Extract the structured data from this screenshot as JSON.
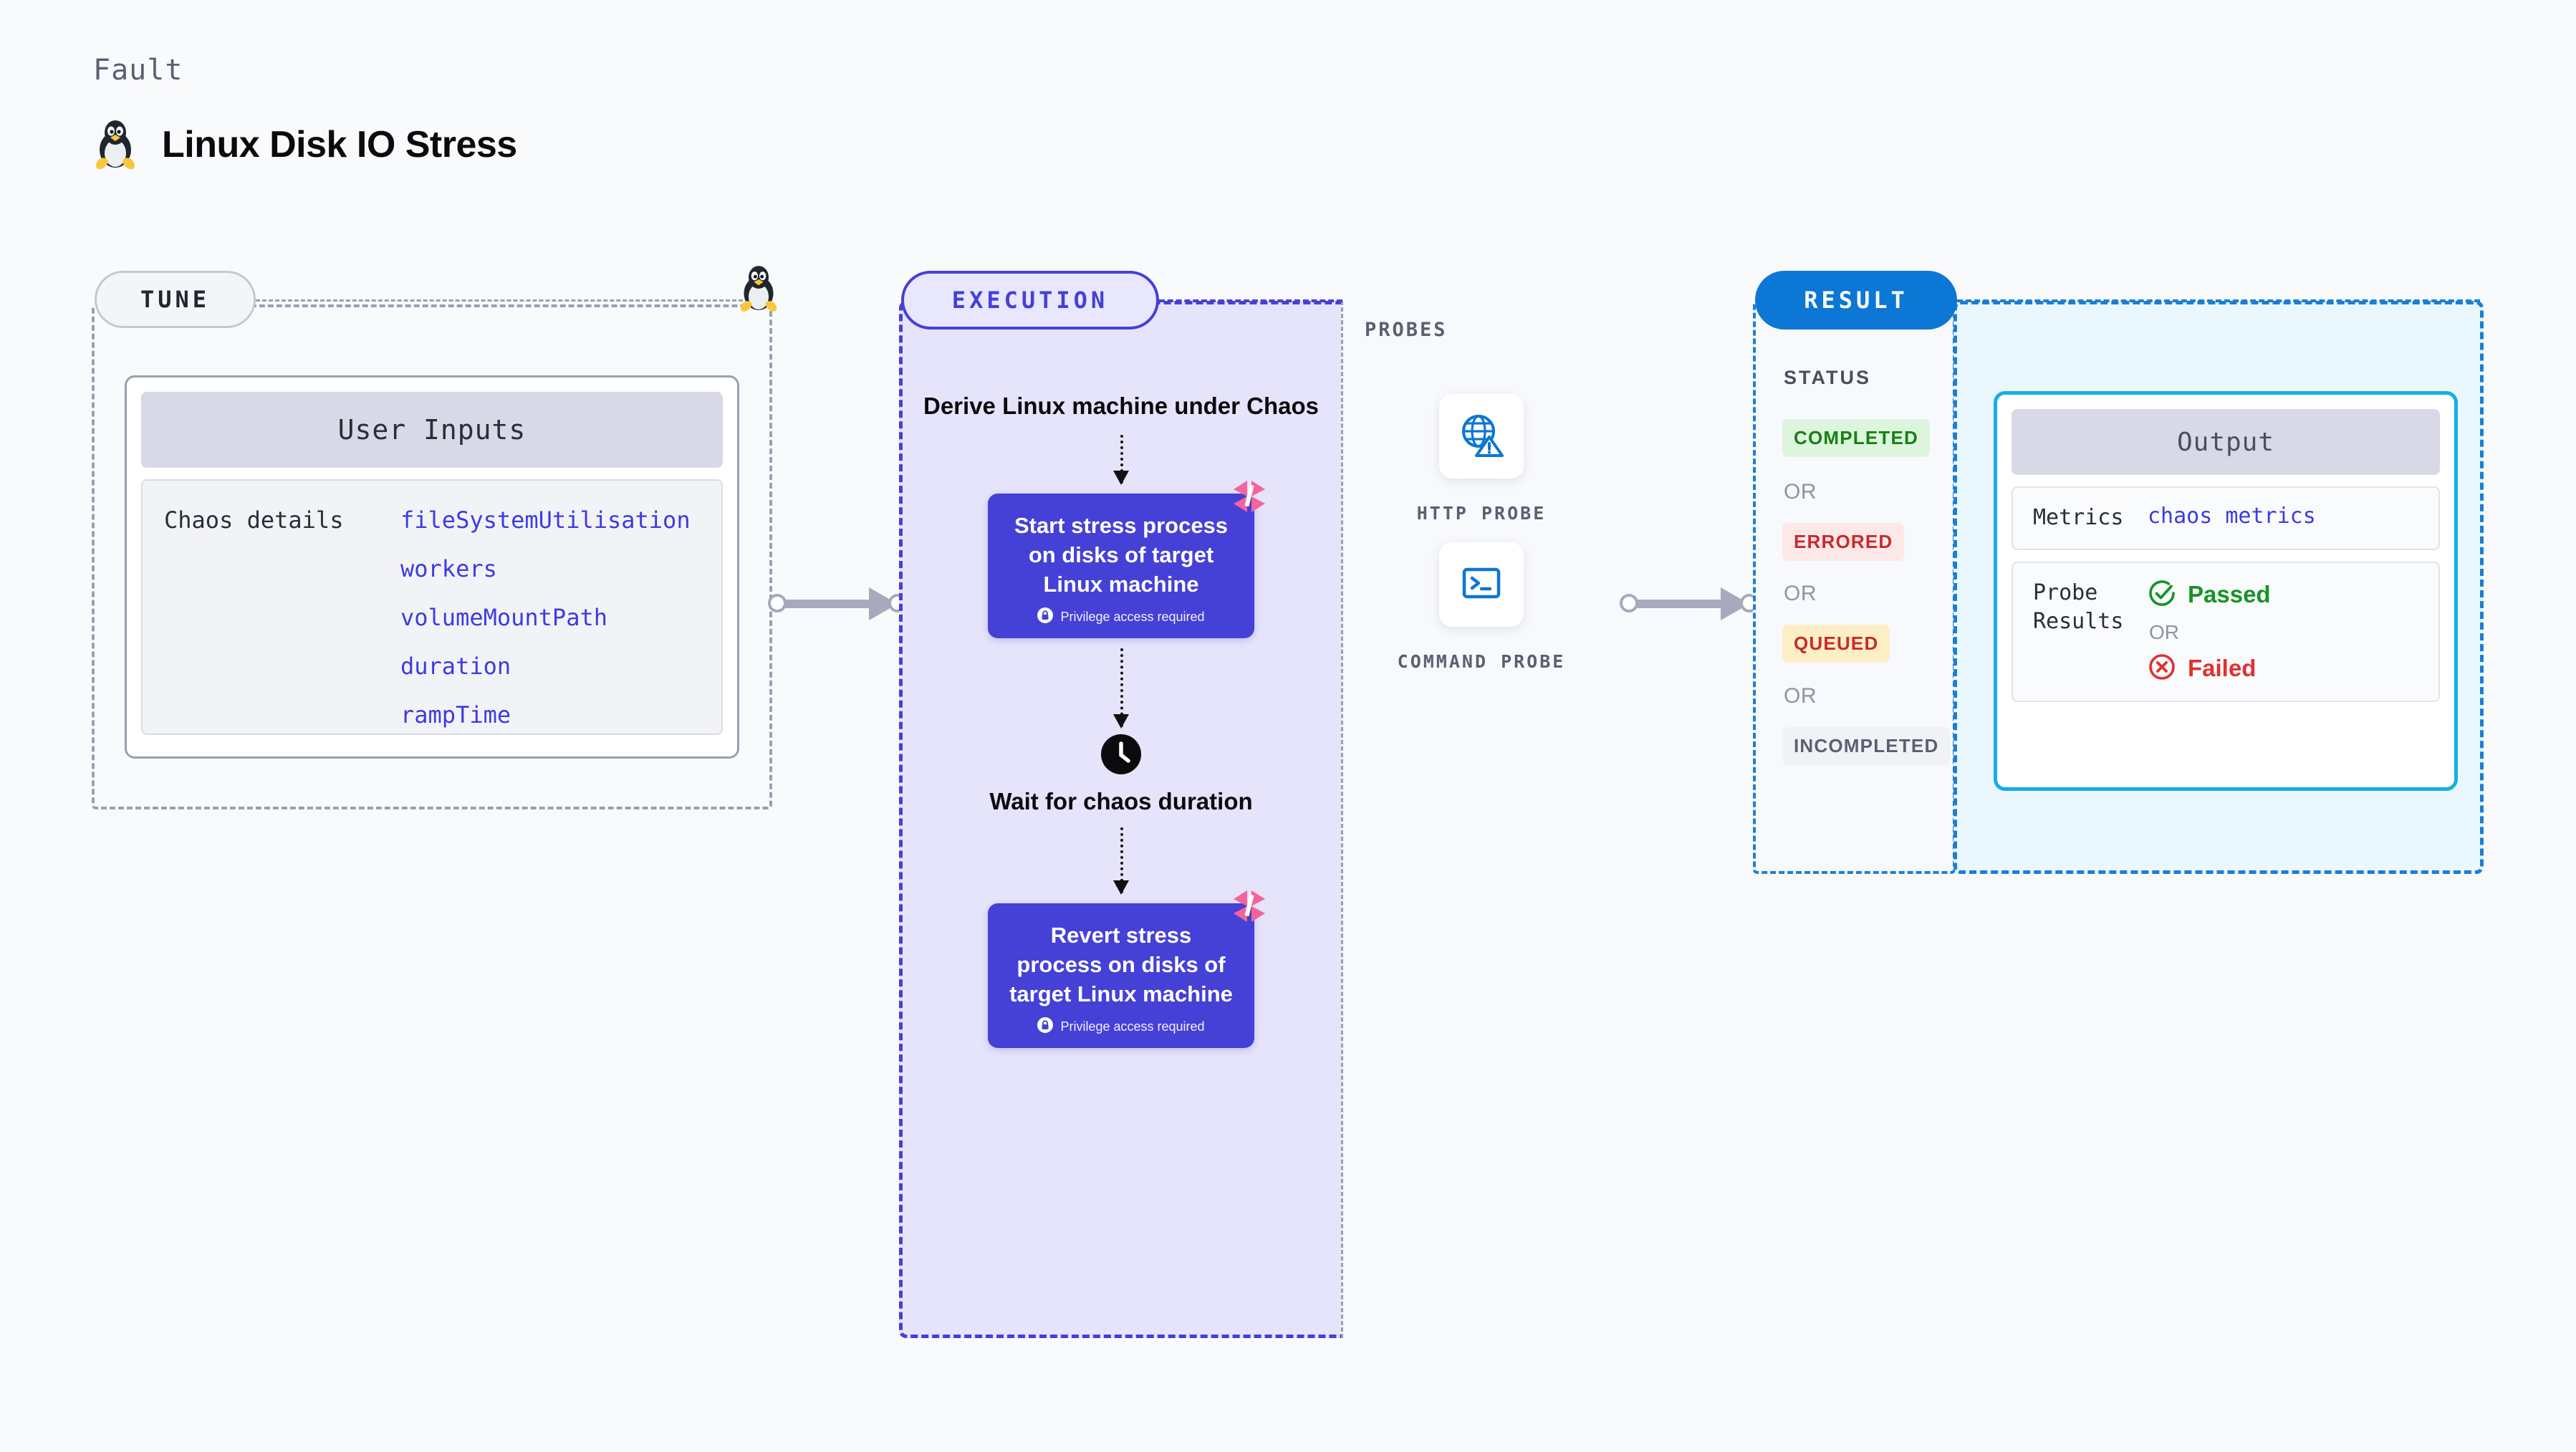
{
  "header": {
    "kicker": "Fault",
    "title": "Linux Disk IO Stress",
    "icon": "linux-tux-icon"
  },
  "tune": {
    "pill_label": "TUNE",
    "card_title": "User Inputs",
    "row_key": "Chaos details",
    "row_values": [
      "fileSystemUtilisation",
      "workers",
      "volumeMountPath",
      "duration",
      "rampTime"
    ]
  },
  "execution": {
    "pill_label": "EXECUTION",
    "heading": "Derive Linux machine under Chaos",
    "step1": {
      "label": "Start stress process on disks of target Linux machine",
      "privilege_note": "Privilege access required"
    },
    "wait": {
      "icon": "clock-icon",
      "label": "Wait for chaos duration"
    },
    "step2": {
      "label": "Revert stress process on disks of target Linux machine",
      "privilege_note": "Privilege access required"
    }
  },
  "probes": {
    "title": "PROBES",
    "items": [
      {
        "icon": "globe-warning-icon",
        "caption": "HTTP PROBE"
      },
      {
        "icon": "terminal-icon",
        "caption": "COMMAND PROBE"
      }
    ]
  },
  "result": {
    "pill_label": "RESULT",
    "status_title": "STATUS",
    "or_label": "OR",
    "statuses": [
      {
        "label": "COMPLETED",
        "bg": "#DCF5DC",
        "fg": "#178017"
      },
      {
        "label": "ERRORED",
        "bg": "#FDE8E8",
        "fg": "#C92A2A"
      },
      {
        "label": "QUEUED",
        "bg": "#FCEFC6",
        "fg": "#C92A2A"
      },
      {
        "label": "INCOMPLETED",
        "bg": "#F1F2F6",
        "fg": "#5B5F72"
      }
    ]
  },
  "output": {
    "card_title": "Output",
    "metrics_key": "Metrics",
    "metrics_value": "chaos metrics",
    "probe_results_key": "Probe Results",
    "passed_label": "Passed",
    "failed_label": "Failed",
    "or_label": "OR"
  },
  "colors": {
    "accent_purple": "#4540D6",
    "accent_blue": "#0C77D4",
    "accent_cyan": "#15AEE5",
    "pink_mark": "#F4649A",
    "exec_bg": "#E5E4FB",
    "output_bg": "#EAF8FD",
    "code_blue": "#3D3BE0"
  }
}
